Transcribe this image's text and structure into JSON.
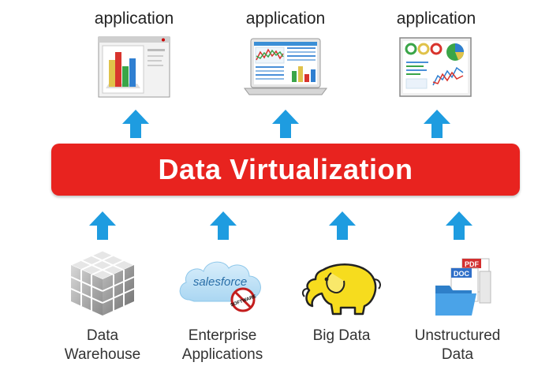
{
  "applications": [
    {
      "label": "application",
      "icon": "bar-chart-window-icon"
    },
    {
      "label": "application",
      "icon": "laptop-dashboard-icon"
    },
    {
      "label": "application",
      "icon": "monitor-dashboard-icon"
    }
  ],
  "band": {
    "title": "Data Virtualization",
    "color": "#e8231f"
  },
  "arrow_color": "#1e9ce0",
  "sources": [
    {
      "line1": "Data",
      "line2": "Warehouse",
      "icon": "data-cube-icon"
    },
    {
      "line1": "Enterprise",
      "line2": "Applications",
      "icon": "salesforce-cloud-icon",
      "logo_text": "salesforce",
      "badge_text": "SOFTWARE"
    },
    {
      "line1": "Big Data",
      "line2": "",
      "icon": "hadoop-elephant-icon"
    },
    {
      "line1": "Unstructured",
      "line2": "Data",
      "icon": "documents-folder-icon",
      "doc_labels": [
        "PDF",
        "DOC"
      ]
    }
  ]
}
